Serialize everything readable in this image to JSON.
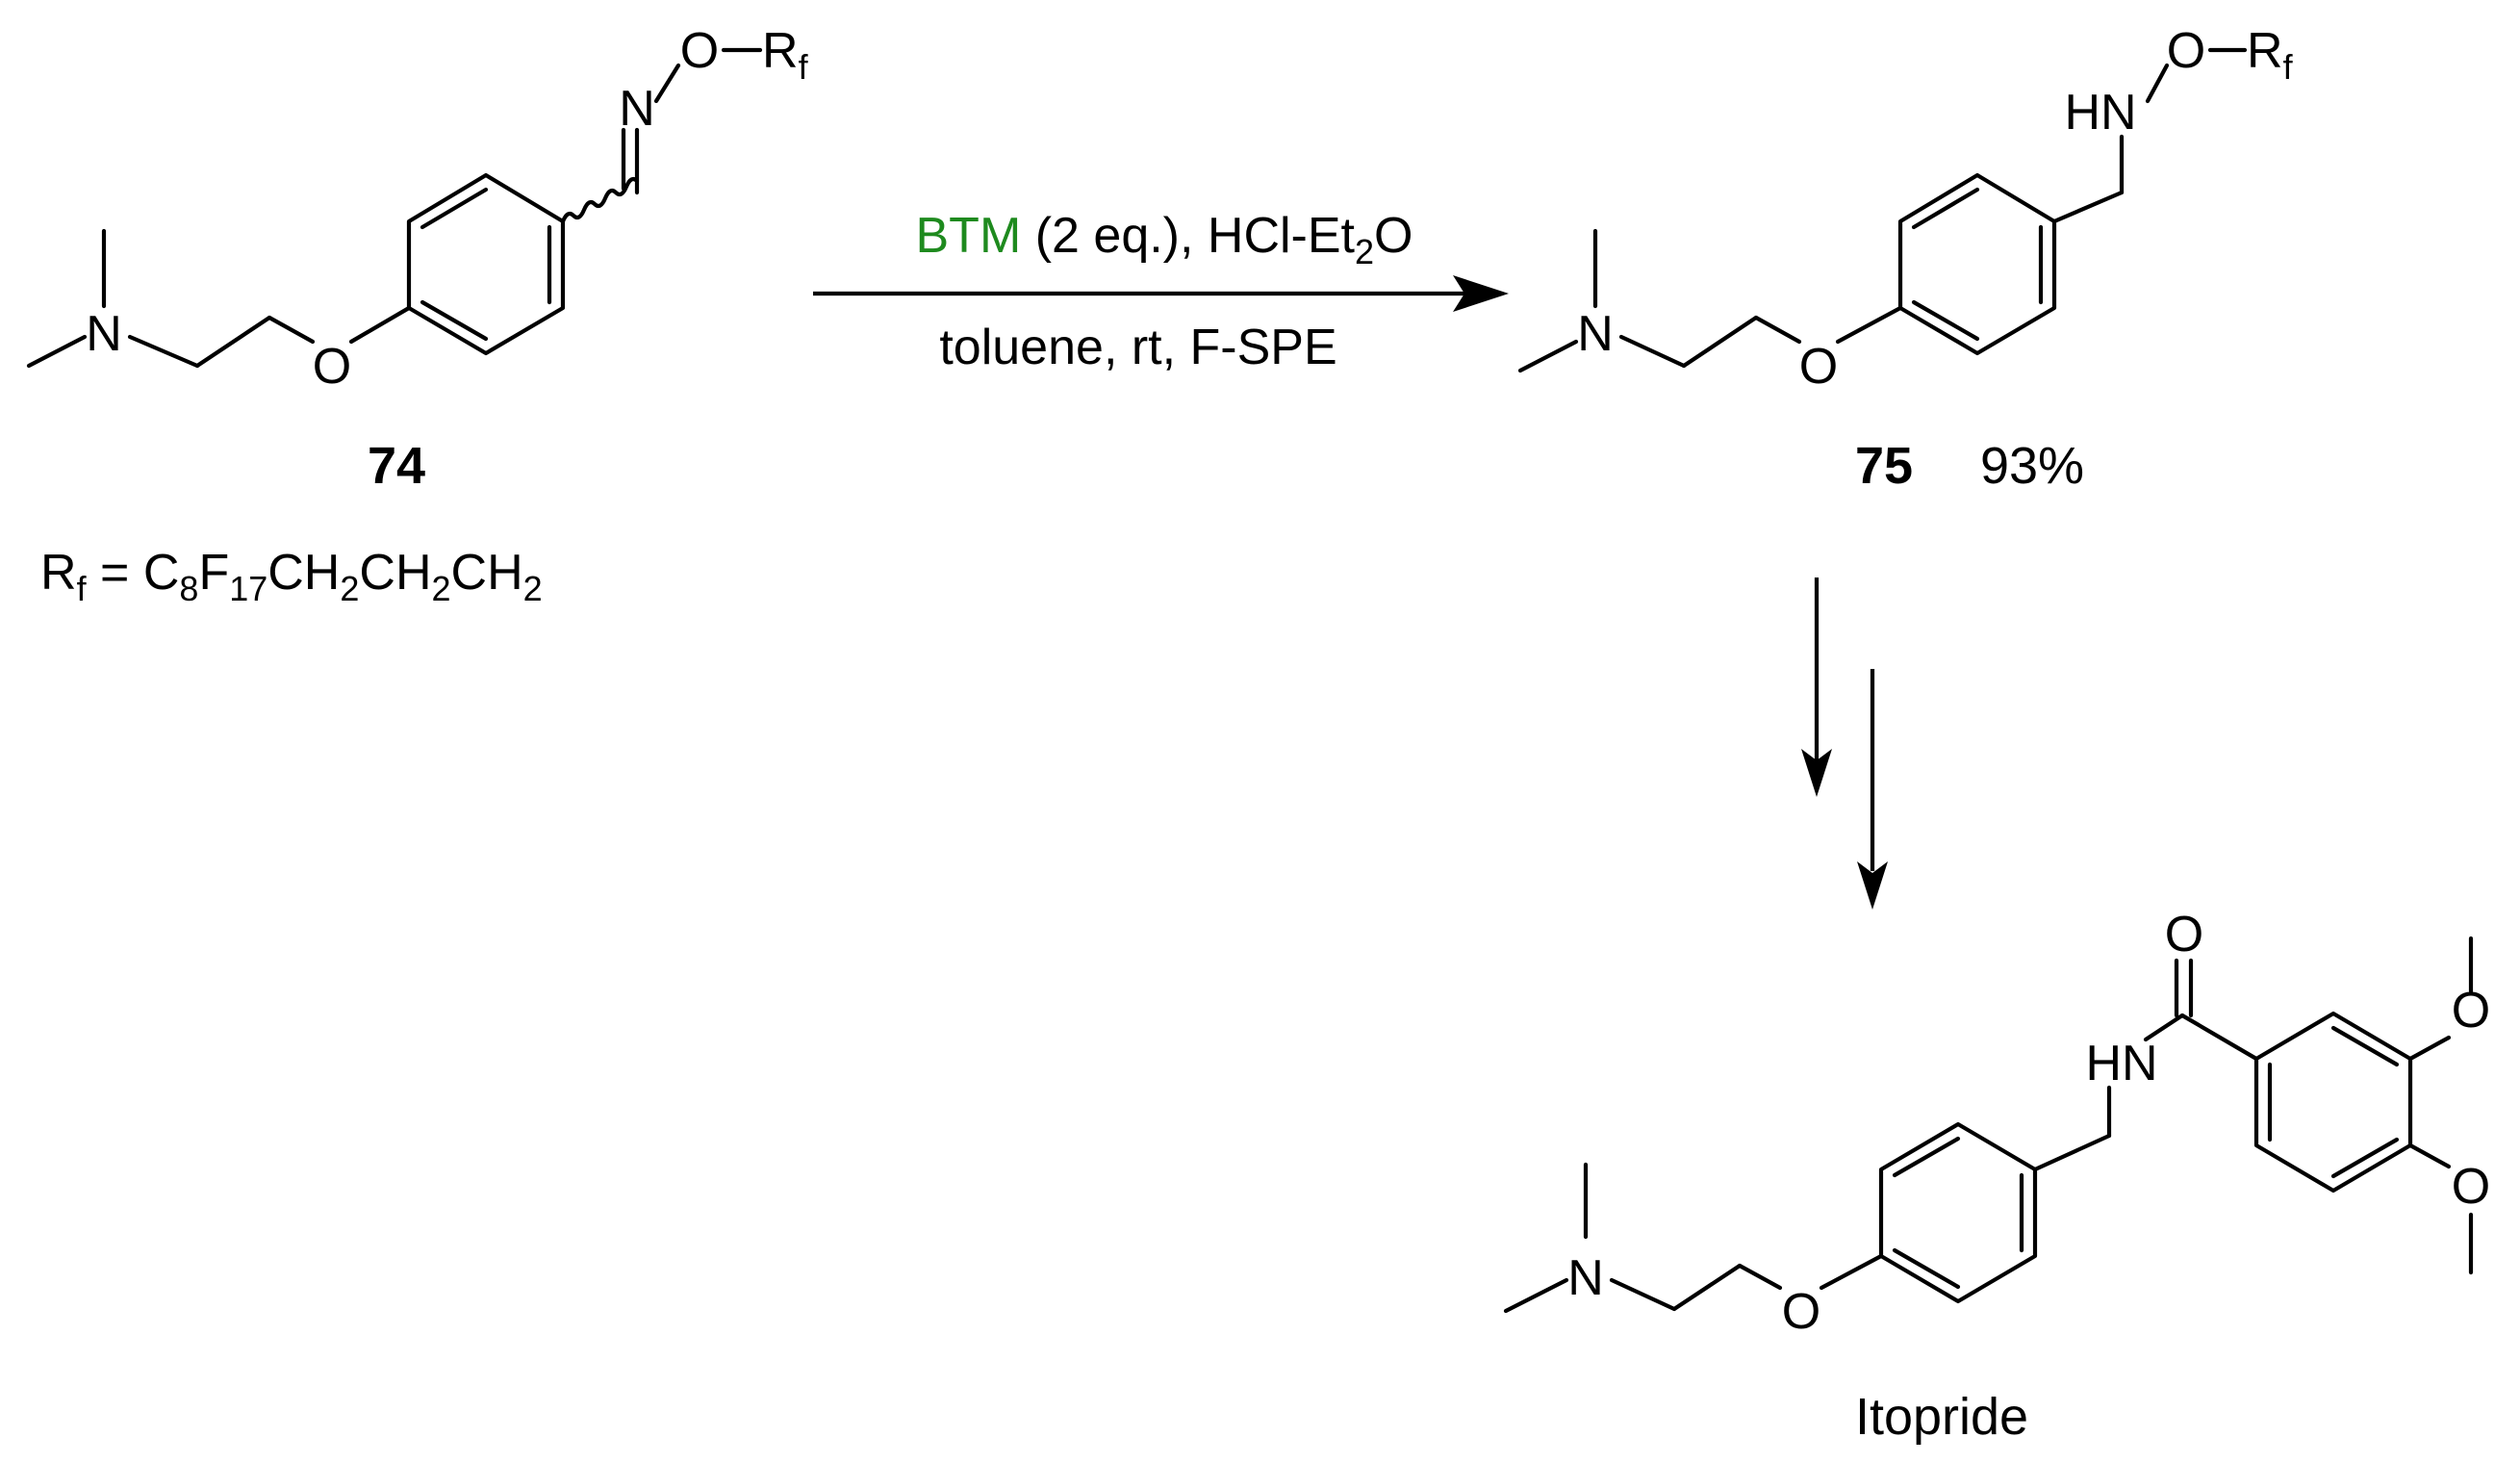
{
  "compounds": {
    "c74": {
      "label": "74",
      "rf_definition": "Rf = C8F17CH2CH2CH2"
    },
    "c75": {
      "label": "75",
      "yield": "93%"
    },
    "product": {
      "name": "Itopride"
    }
  },
  "atom_labels": {
    "N": "N",
    "O": "O",
    "HN": "HN",
    "R": "R",
    "f": "f"
  },
  "rf_parts": {
    "R": "R",
    "f": "f",
    "eq": " = ",
    "C": "C",
    "s8": "8",
    "F": "F",
    "s17": "17",
    "CH": "CH",
    "s2": "2"
  },
  "reaction": {
    "reagent_highlight": "BTM",
    "reagent_rest": " (2 eq.), HCl-Et",
    "reagent_sub": "2",
    "reagent_end": "O",
    "conditions": "toluene, rt, F-SPE",
    "highlight_color": "#1e8a1e"
  }
}
